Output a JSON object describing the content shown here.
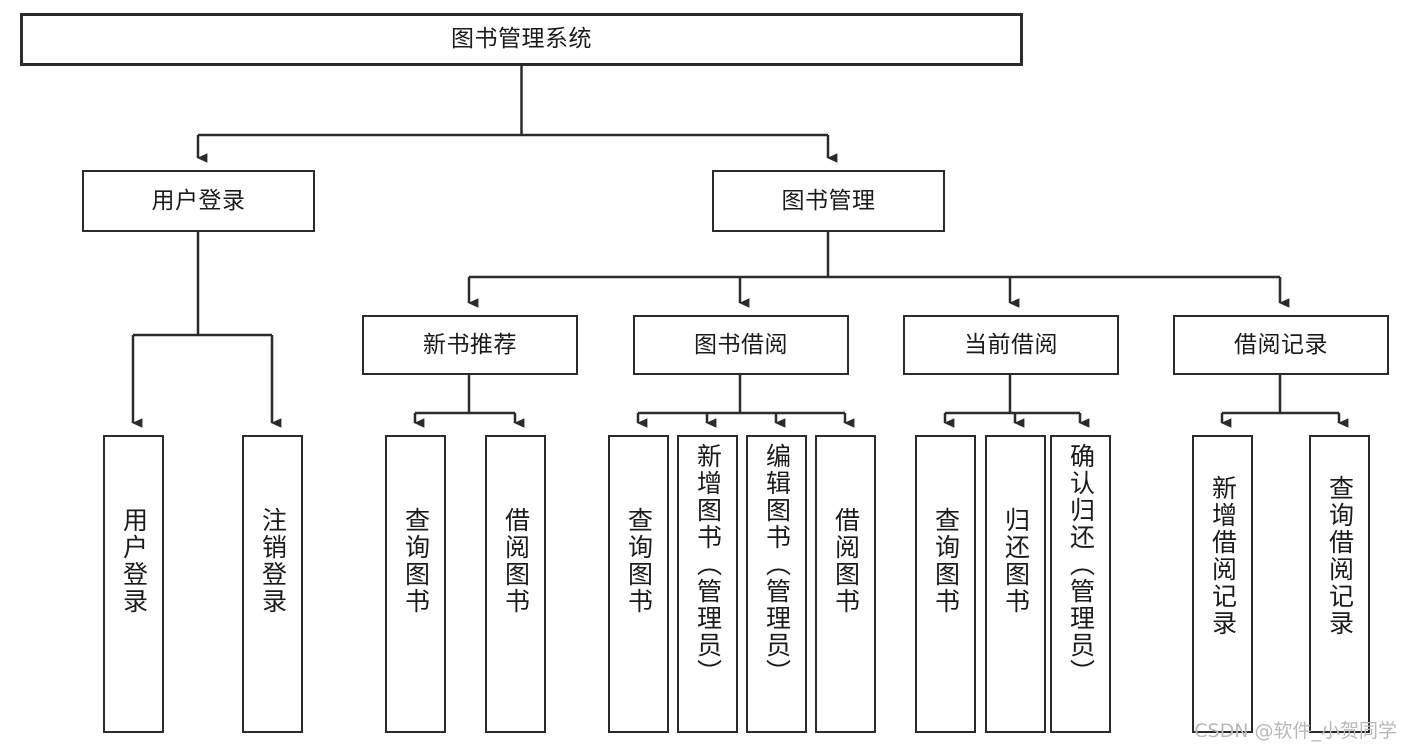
{
  "diagram": {
    "title": "图书管理系统",
    "type": "tree-hierarchy",
    "root": {
      "label": "图书管理系统"
    },
    "level2": [
      {
        "label": "用户登录"
      },
      {
        "label": "图书管理"
      }
    ],
    "level3": [
      {
        "label": "新书推荐"
      },
      {
        "label": "图书借阅"
      },
      {
        "label": "当前借阅"
      },
      {
        "label": "借阅记录"
      }
    ],
    "leaves": {
      "user_login": [
        {
          "label": "用户登录"
        },
        {
          "label": "注销登录"
        }
      ],
      "new_book_recommend": [
        {
          "label": "查询图书"
        },
        {
          "label": "借阅图书"
        }
      ],
      "book_borrow": [
        {
          "label": "查询图书"
        },
        {
          "label": "新增图书（管理员）"
        },
        {
          "label": "编辑图书（管理员）"
        },
        {
          "label": "借阅图书"
        }
      ],
      "current_borrow": [
        {
          "label": "查询图书"
        },
        {
          "label": "归还图书"
        },
        {
          "label": "确认归还（管理员）"
        }
      ],
      "borrow_record": [
        {
          "label": "新增借阅记录"
        },
        {
          "label": "查询借阅记录"
        }
      ]
    }
  },
  "watermark": {
    "text": "CSDN @软件_小贺同学"
  },
  "colors": {
    "stroke": "#2b2b2b",
    "fill": "#ffffff",
    "text": "#1b1b1b",
    "watermark": "#b9b9b9"
  }
}
